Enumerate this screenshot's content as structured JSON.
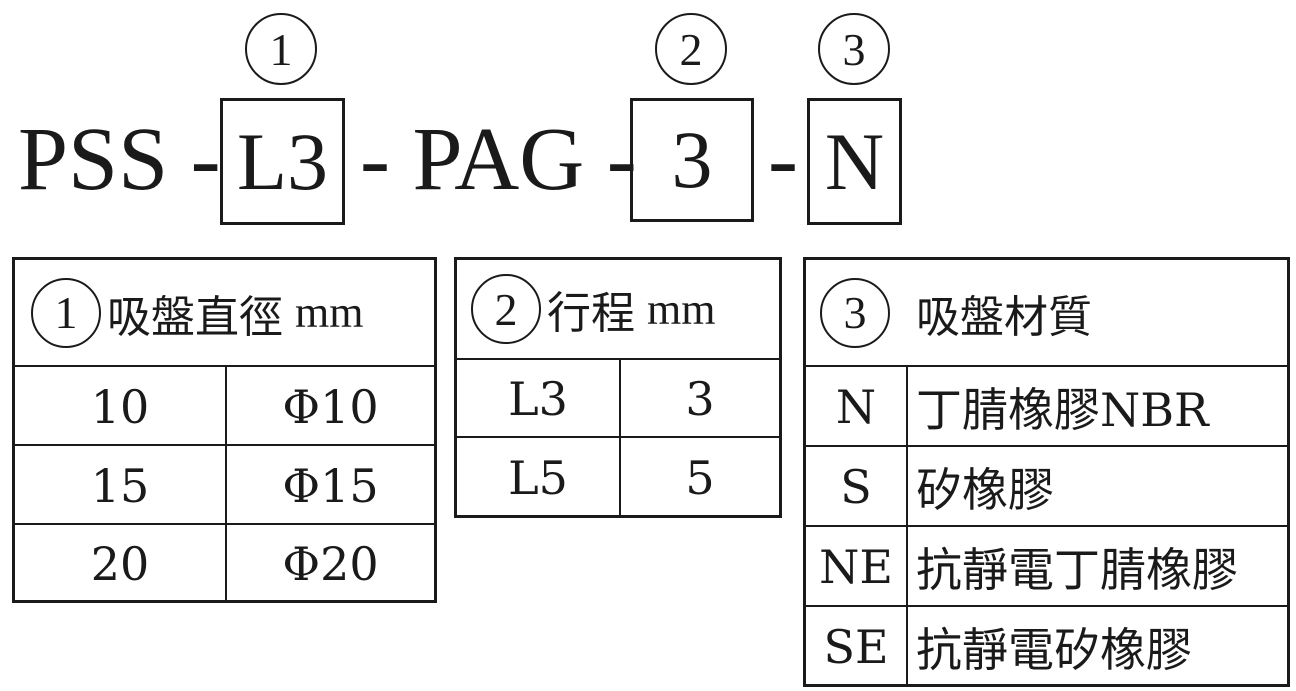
{
  "code": {
    "prefix": "PSS -",
    "box1": "L3",
    "mid": "- PAG -",
    "box2": "3",
    "dash3": "-",
    "box3": "N",
    "markers": [
      "1",
      "2",
      "3"
    ]
  },
  "table1": {
    "marker": "1",
    "title": "吸盤直徑",
    "unit": "mm",
    "rows": [
      [
        "10",
        "Φ10"
      ],
      [
        "15",
        "Φ15"
      ],
      [
        "20",
        "Φ20"
      ]
    ]
  },
  "table2": {
    "marker": "2",
    "title": "行程",
    "unit": "mm",
    "rows": [
      [
        "L3",
        "3"
      ],
      [
        "L5",
        "5"
      ]
    ]
  },
  "table3": {
    "marker": "3",
    "title": "吸盤材質",
    "rows": [
      [
        "N",
        "丁腈橡膠NBR"
      ],
      [
        "S",
        "矽橡膠"
      ],
      [
        "NE",
        "抗靜電丁腈橡膠"
      ],
      [
        "SE",
        "抗靜電矽橡膠"
      ]
    ]
  }
}
